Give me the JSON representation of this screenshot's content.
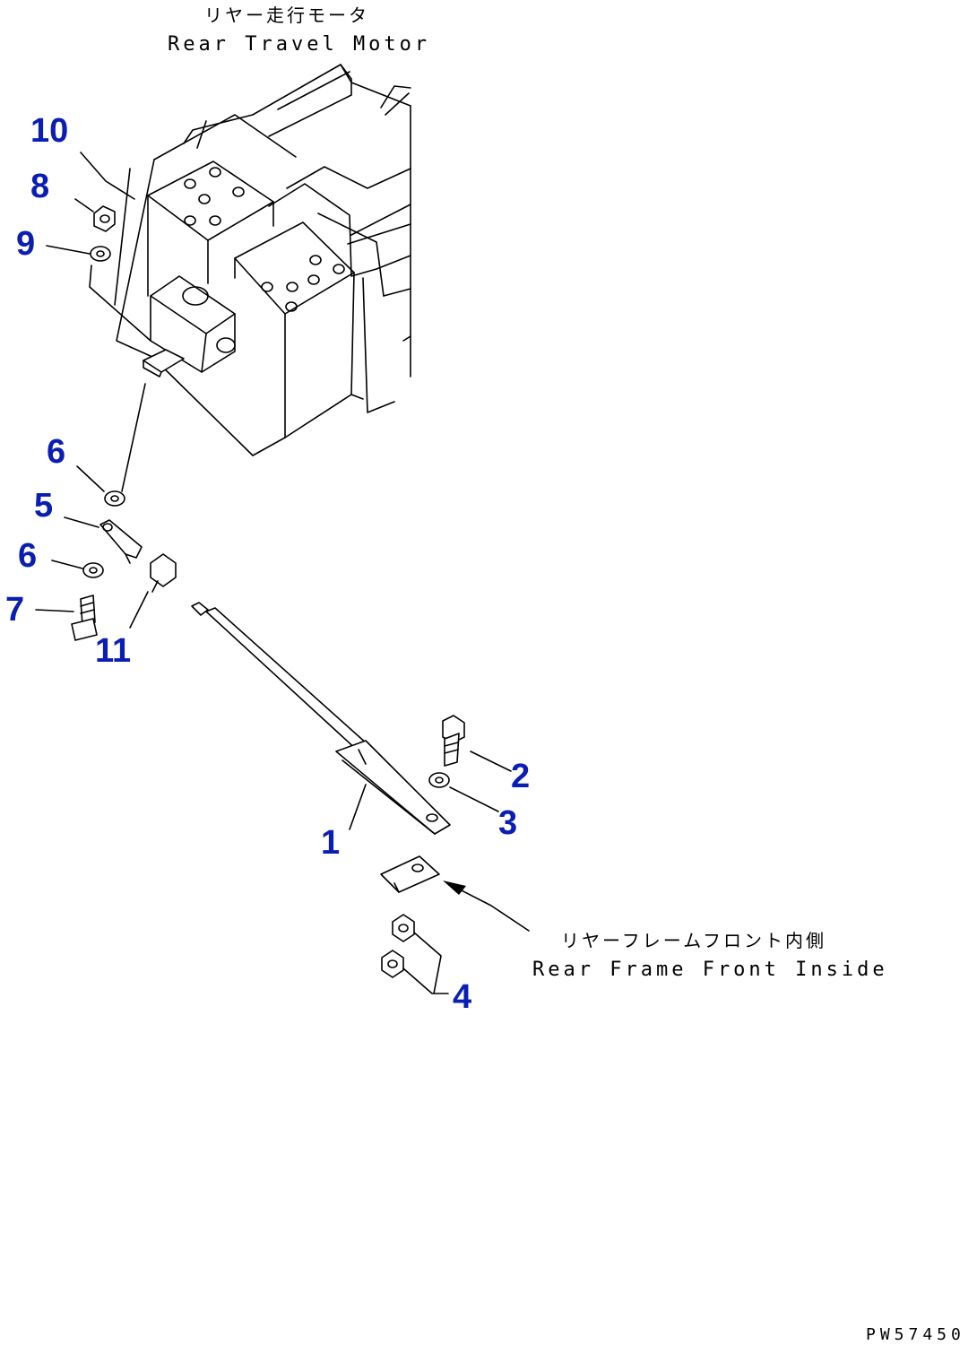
{
  "labels": {
    "motor_jp": "リヤー走行モータ",
    "motor_en": "Rear Travel Motor",
    "frame_jp": "リヤーフレームフロント内側",
    "frame_en": "Rear Frame Front Inside",
    "drawing_code": "PW57450"
  },
  "callouts": {
    "c1": "1",
    "c2": "2",
    "c3": "3",
    "c4": "4",
    "c5": "5",
    "c6a": "6",
    "c6b": "6",
    "c7": "7",
    "c8": "8",
    "c9": "9",
    "c10": "10",
    "c11": "11"
  },
  "colors": {
    "callout": "#0a1eb4",
    "line": "#000000",
    "background": "#ffffff"
  }
}
